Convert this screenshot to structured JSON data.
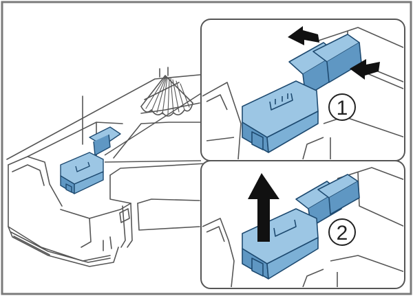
{
  "figure": {
    "steps": [
      {
        "number": "1",
        "action": "squeeze",
        "arrow_icon": "squeeze-arrows-icon"
      },
      {
        "number": "2",
        "action": "lift",
        "arrow_icon": "up-arrow-icon"
      }
    ],
    "colors": {
      "part_fill": "#9cc6e4",
      "part_dark": "#5f97c3",
      "part_stroke": "#1e4a70",
      "line": "#555555",
      "frame": "#7a7a7a",
      "arrow": "#111111",
      "panel_bg": "#ffffff"
    }
  }
}
